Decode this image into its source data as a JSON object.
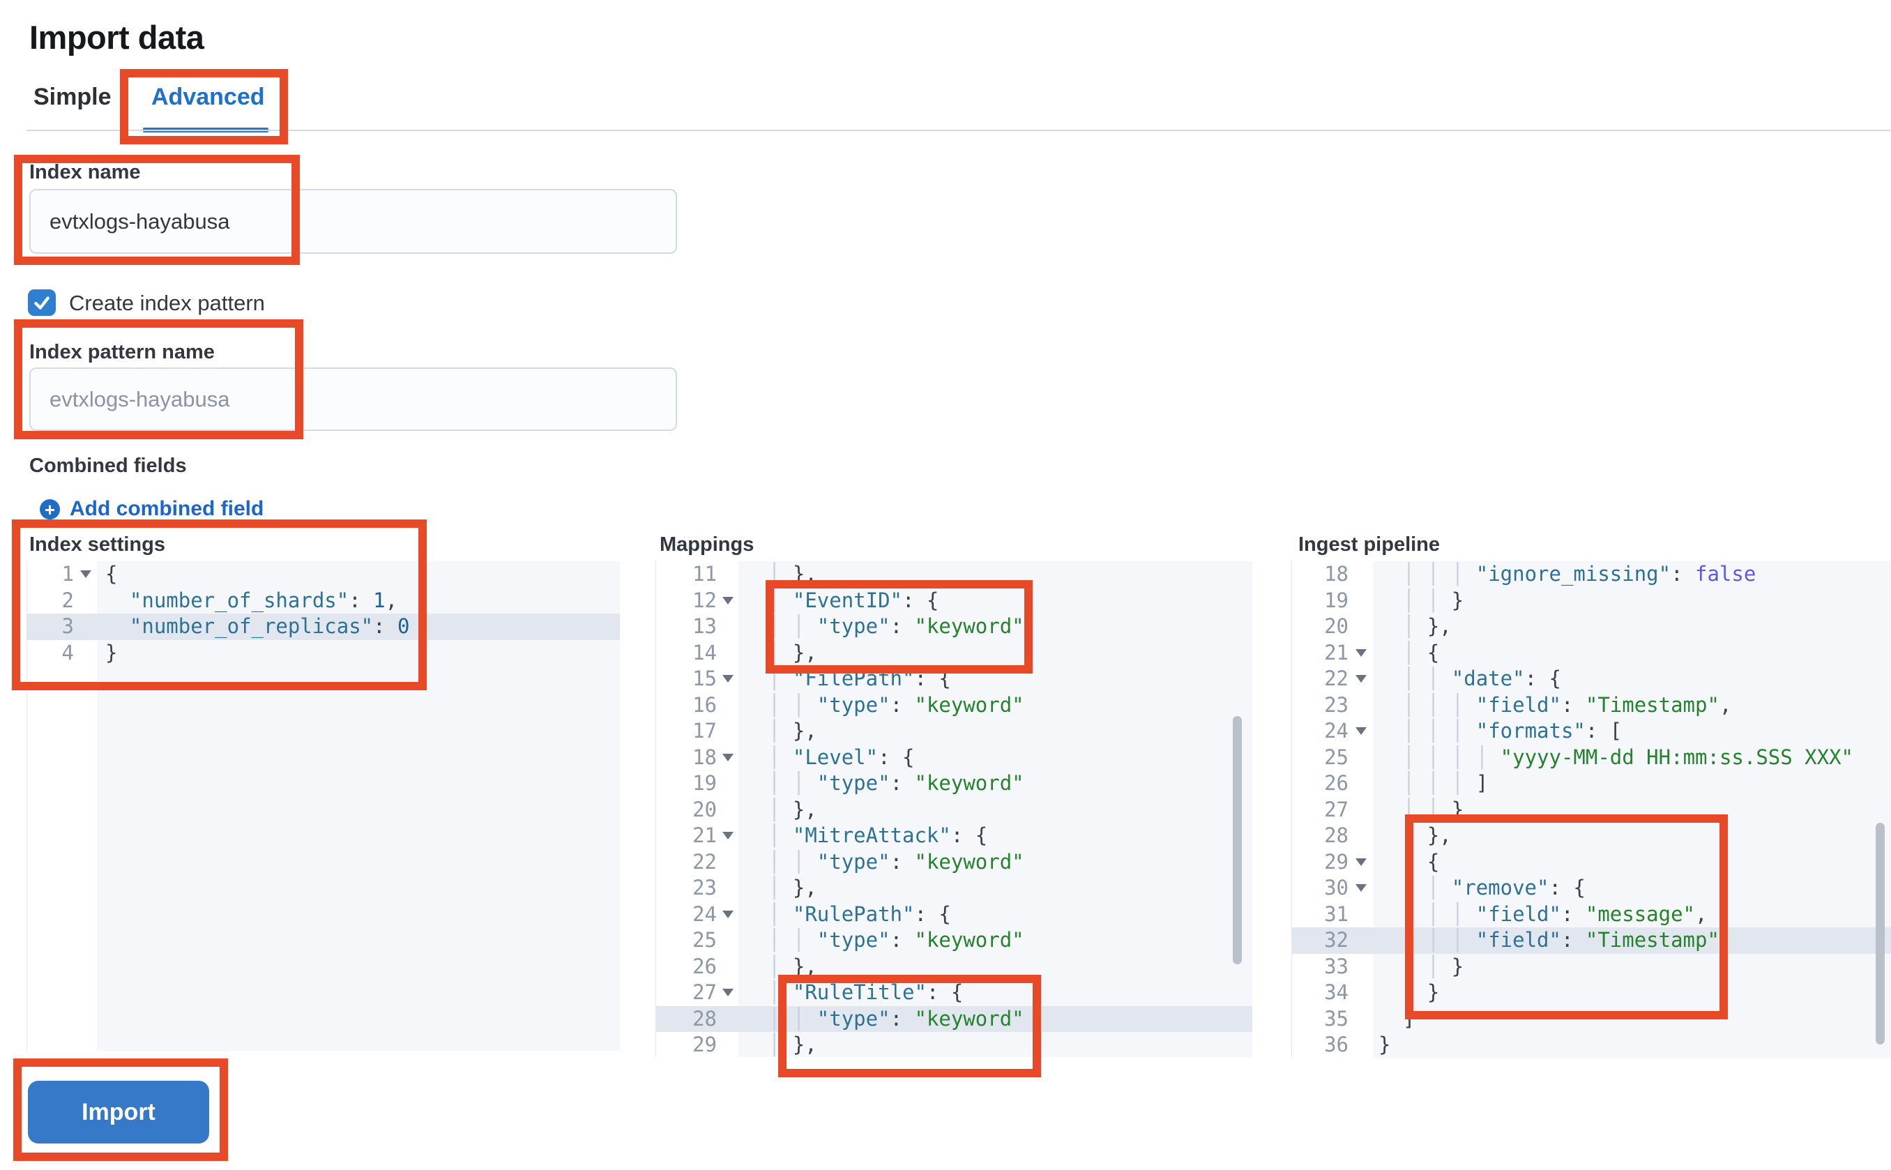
{
  "header": {
    "title": "Import data"
  },
  "tabs": {
    "items": [
      {
        "label": "Simple",
        "active": false
      },
      {
        "label": "Advanced",
        "active": true
      }
    ]
  },
  "form": {
    "index_name": {
      "label": "Index name",
      "value": "evtxlogs-hayabusa"
    },
    "create_index_pattern": {
      "label": "Create index pattern",
      "checked": true
    },
    "index_pattern_name": {
      "label": "Index pattern name",
      "value": "",
      "placeholder": "evtxlogs-hayabusa"
    },
    "combined_fields": {
      "label": "Combined fields",
      "add_button_label": "Add combined field"
    }
  },
  "editors": [
    {
      "id": "index-settings",
      "label": "Index settings",
      "first_line": 1,
      "active_line": 3,
      "fold_lines": [
        1
      ],
      "lines": [
        "{",
        "  \"number_of_shards\": 1,",
        "  \"number_of_replicas\": 0",
        "}"
      ]
    },
    {
      "id": "mappings",
      "label": "Mappings",
      "first_line": 11,
      "active_line": 28,
      "fold_lines": [
        12,
        15,
        18,
        21,
        24,
        27
      ],
      "lines": [
        "    },",
        "    \"EventID\": {",
        "      \"type\": \"keyword\"",
        "    },",
        "    \"FilePath\": {",
        "      \"type\": \"keyword\"",
        "    },",
        "    \"Level\": {",
        "      \"type\": \"keyword\"",
        "    },",
        "    \"MitreAttack\": {",
        "      \"type\": \"keyword\"",
        "    },",
        "    \"RulePath\": {",
        "      \"type\": \"keyword\"",
        "    },",
        "    \"RuleTitle\": {",
        "      \"type\": \"keyword\"",
        "    },"
      ]
    },
    {
      "id": "ingest-pipeline",
      "label": "Ingest pipeline",
      "first_line": 18,
      "active_line": 32,
      "fold_lines": [
        21,
        22,
        24,
        29,
        30
      ],
      "lines": [
        "        \"ignore_missing\": false",
        "      }",
        "    },",
        "    {",
        "      \"date\": {",
        "        \"field\": \"Timestamp\",",
        "        \"formats\": [",
        "          \"yyyy-MM-dd HH:mm:ss.SSS XXX\"",
        "        ]",
        "      }",
        "    },",
        "    {",
        "      \"remove\": {",
        "        \"field\": \"message\",",
        "        \"field\": \"Timestamp\"",
        "      }",
        "    }",
        "  ]",
        "}"
      ]
    }
  ],
  "actions": {
    "import_label": "Import"
  },
  "colors": {
    "accent_blue": "#1e70cf",
    "button_blue": "#3679c8",
    "checkbox_blue": "#2e7fd0",
    "annotation_red": "#e84926",
    "json_key": "#2d7295",
    "json_string": "#25832e",
    "json_number": "#1d6295",
    "json_boolean": "#5a5ce0"
  }
}
